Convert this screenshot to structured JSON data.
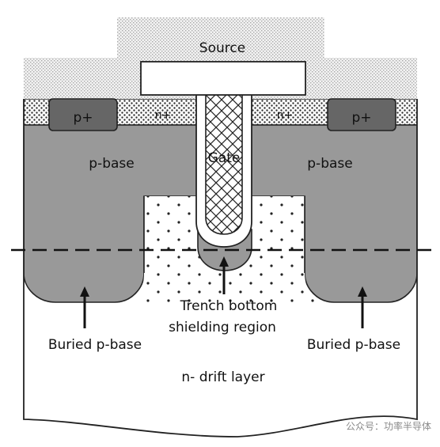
{
  "labels": {
    "source": "Source",
    "p_plus_left": "p+",
    "p_plus_right": "p+",
    "n_plus_left": "n+",
    "n_plus_right": "n+",
    "p_base_left": "p-base",
    "p_base_right": "p-base",
    "gate": "Gate",
    "trench_bottom_line1": "Trench bottom",
    "trench_bottom_line2": "shielding region",
    "buried_left": "Buried p-base",
    "buried_right": "Buried p-base",
    "drift_layer": "n- drift layer",
    "watermark": "公众号：功率半导体"
  },
  "colors": {
    "p_region": "#999999",
    "p_plus": "#666666",
    "outline": "#222222",
    "dots": "#333333",
    "metal_stipple": "#cfcfcf"
  }
}
